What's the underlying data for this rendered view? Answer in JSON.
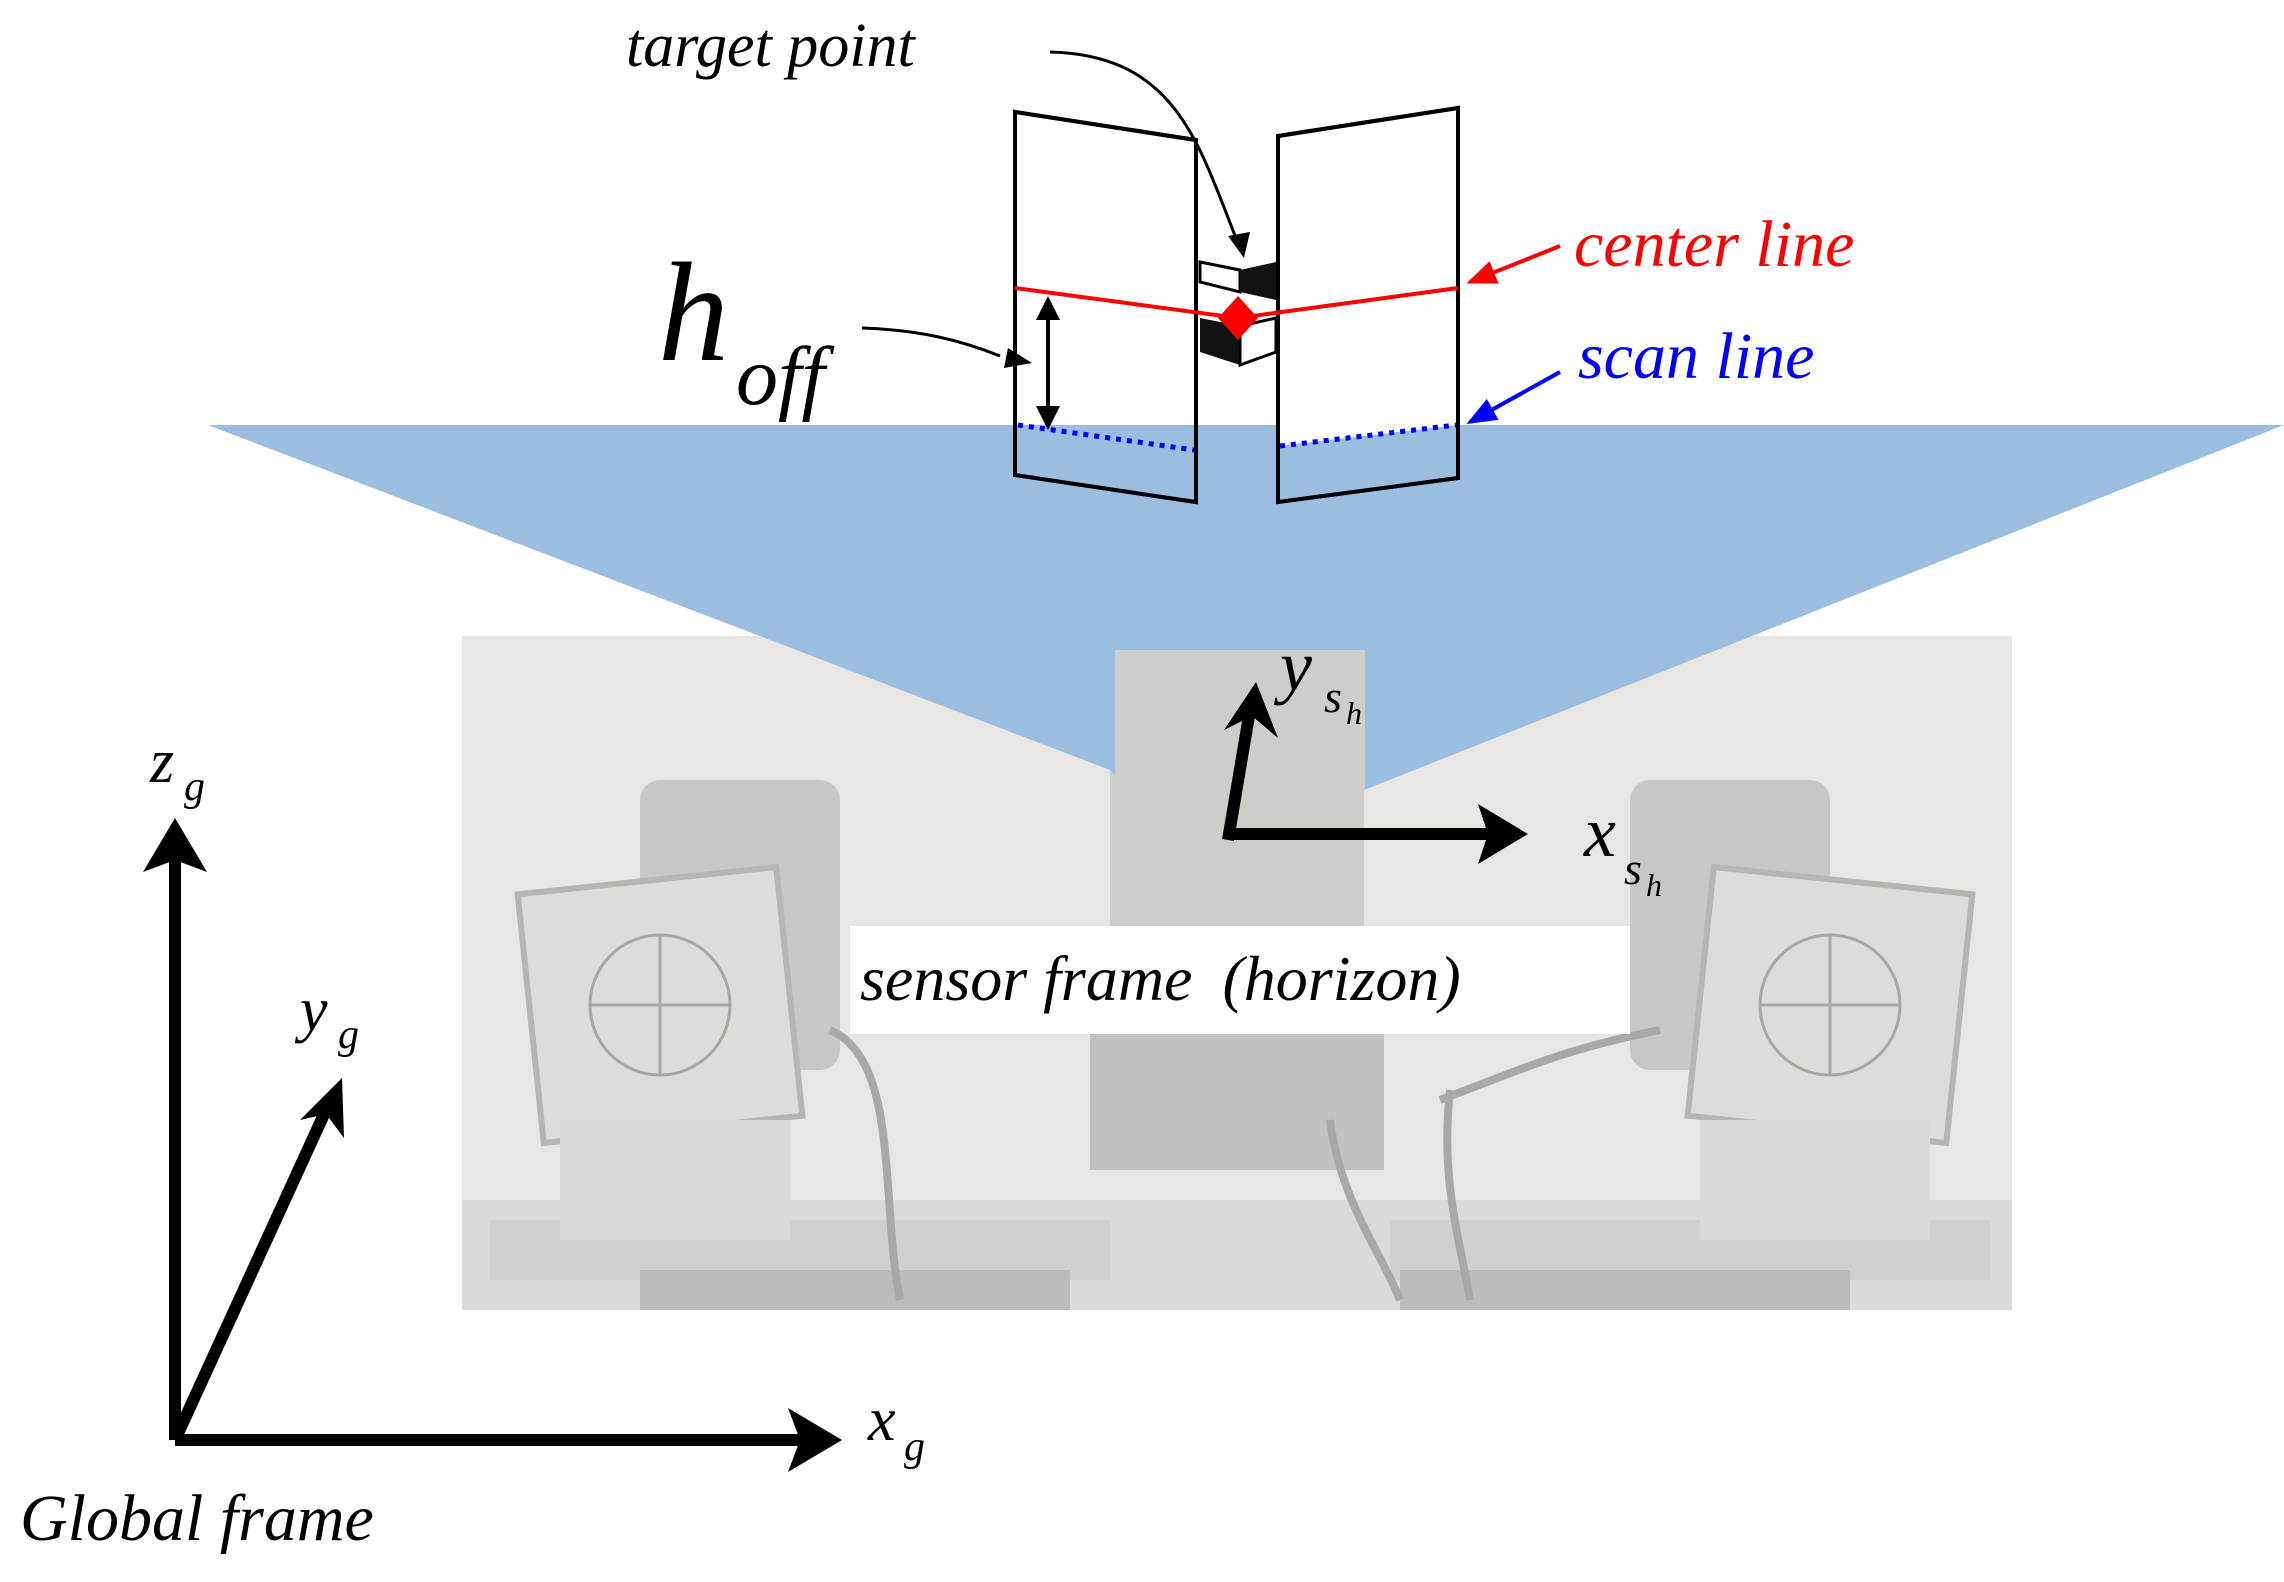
{
  "labels": {
    "target_point": "target point",
    "center_line": "center line",
    "scan_line": "scan line",
    "h_main": "h",
    "h_sub": "off",
    "sensor_frame_pre": "sensor frame",
    "sensor_frame_paren": "(horizon)",
    "global_frame": "Global frame",
    "x_sensor": "x",
    "x_sensor_sub": "s",
    "x_sensor_subsub": "h",
    "y_sensor": "y",
    "y_sensor_sub": "s",
    "y_sensor_subsub": "h",
    "z_global": "z",
    "z_global_sub": "g",
    "y_global": "y",
    "y_global_sub": "g",
    "x_global": "x",
    "x_global_sub": "g"
  },
  "colors": {
    "center_line": "#ff0000",
    "scan_line": "#0000ff",
    "scan_plane": "#9bbde0",
    "photo_bg": "#e6e4e0",
    "arrow": "#000000"
  }
}
